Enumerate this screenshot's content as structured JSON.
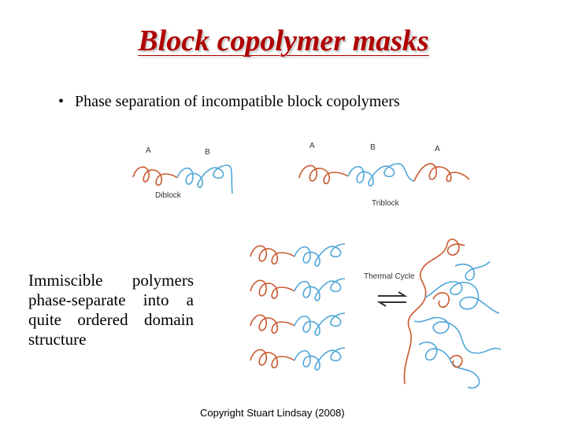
{
  "slide": {
    "title": "Block copolymer masks",
    "bullet": "Phase separation of incompatible block copolymers",
    "bullet_marker": "•",
    "description": "Immiscible polymers phase-separate into a quite ordered domain structure",
    "copyright": "Copyright Stuart Lindsay (2008)"
  },
  "diblock_figure": {
    "label_a": "A",
    "label_b": "B",
    "caption": "Diblock"
  },
  "triblock_figure": {
    "label_a1": "A",
    "label_b": "B",
    "label_a2": "A",
    "caption": "Triblock"
  },
  "thermal_figure": {
    "caption": "Thermal Cycle",
    "arrow_icon": "equilibrium-arrows-icon"
  },
  "colors": {
    "title": "#b00000",
    "block_a": "#c8582e",
    "block_b": "#4fa6d8"
  }
}
